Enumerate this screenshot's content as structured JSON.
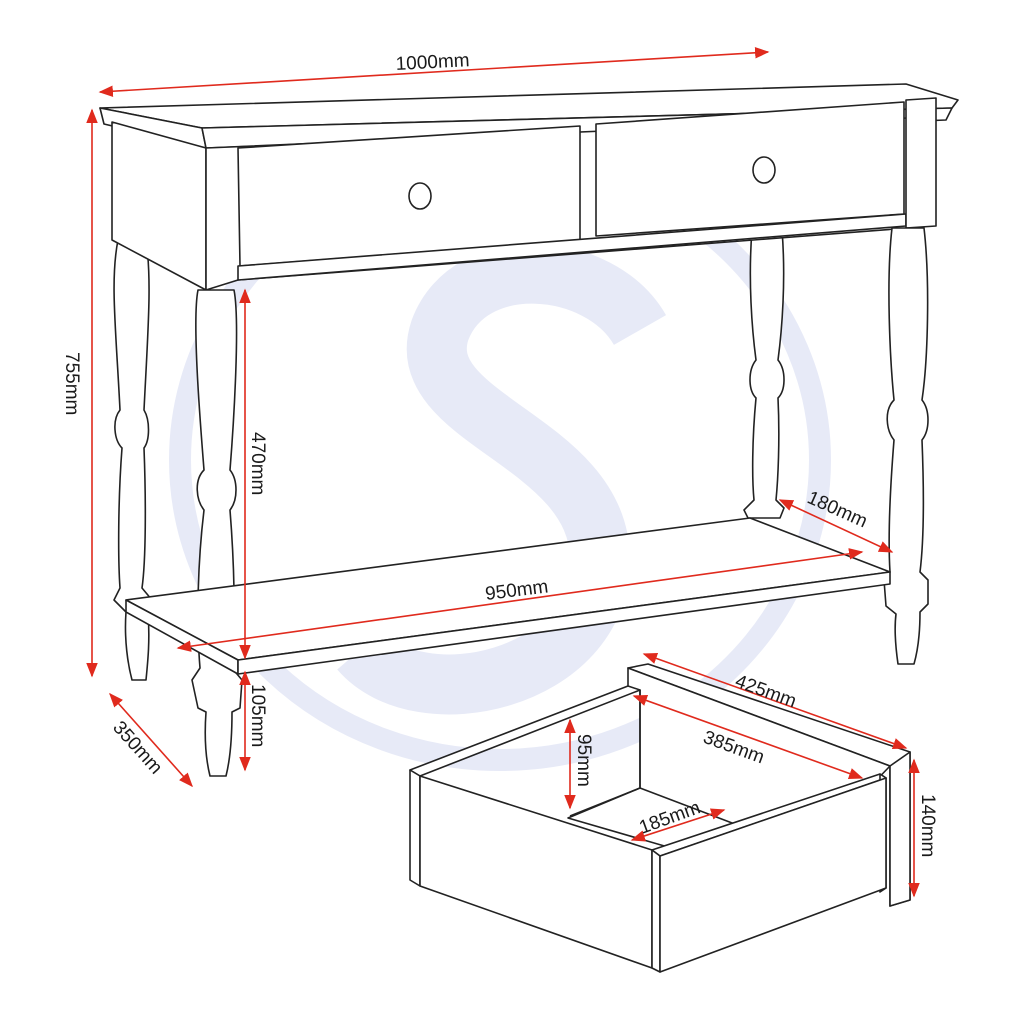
{
  "diagram": {
    "subject": "Console table with two drawers and lower shelf, plus drawer detail",
    "colors": {
      "outline": "#222222",
      "dimension": "#e02a1d",
      "watermark": "#e7eaf7",
      "background": "#ffffff"
    },
    "table_dimensions": {
      "width": "1000mm",
      "height": "755mm",
      "depth": "350mm",
      "under_drawer_clearance": "470mm",
      "shelf_width": "950mm",
      "shelf_depth": "180mm",
      "shelf_height_from_floor": "105mm"
    },
    "drawer_dimensions": {
      "outer_depth": "425mm",
      "inner_depth": "385mm",
      "inner_height": "95mm",
      "inner_width": "185mm",
      "front_height": "140mm"
    }
  }
}
